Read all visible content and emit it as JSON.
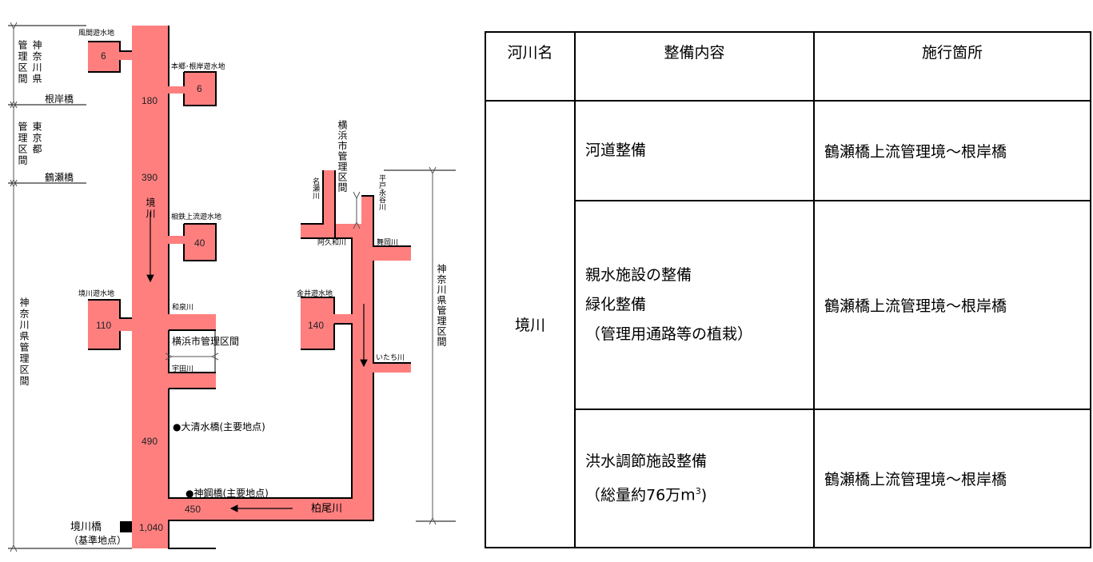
{
  "colors": {
    "river": "#FF7F7F",
    "line": "#000000"
  },
  "diagram": {
    "left_sections": [
      {
        "label": "神奈川県管理区間",
        "lines": [
          "神奈川県",
          "管理区間"
        ]
      },
      {
        "label": "東京都管理区間",
        "lines": [
          "東京都",
          "管理区間"
        ]
      },
      {
        "label": "神奈川県管理区間",
        "lines": [
          "神奈川県管理区間"
        ]
      }
    ],
    "bridges": {
      "negishi": "根岸橋",
      "tsuruse": "鶴瀬橋",
      "sakaigawa": "境川橋",
      "sakaigawa_note": "（基準地点）"
    },
    "basins": [
      {
        "name": "風間遊水地",
        "value": "6"
      },
      {
        "name": "本郷･根岸遊水地",
        "value": "6"
      },
      {
        "name": "相鉄上流遊水地",
        "value": "40"
      },
      {
        "name": "境川遊水地",
        "value": "110"
      },
      {
        "name": "金井遊水地",
        "value": "140"
      }
    ],
    "flows": {
      "f180": "180",
      "f390": "390",
      "f490": "490",
      "f1040": "1,040",
      "f450": "450"
    },
    "rivers": {
      "sakai": "境川",
      "izumi": "和泉川",
      "uda": "宇田川",
      "kashio": "柏尾川",
      "nase": "名瀬川",
      "akuwa": "阿久和川",
      "hirado": "平戸永谷川",
      "maioka": "舞岡川",
      "itachi": "いたち川"
    },
    "yokohama_section": "横浜市管理区間",
    "yokohama_section_v": "横浜市管理区間",
    "right_section": "神奈川県管理区間",
    "points": [
      "●大清水橋(主要地点)",
      "●神鋼橋(主要地点)"
    ]
  },
  "table": {
    "headers": [
      "河川名",
      "整備内容",
      "施行箇所"
    ],
    "river": "境川",
    "rows": [
      {
        "content": [
          "河道整備"
        ],
        "location": "鶴瀬橋上流管理境～根岸橋"
      },
      {
        "content": [
          "親水施設の整備",
          "緑化整備",
          "（管理用通路等の植栽）"
        ],
        "location": "鶴瀬橋上流管理境～根岸橋"
      },
      {
        "content": [
          "洪水調節施設整備",
          "（総量約76万m",
          "3",
          ")"
        ],
        "location": "鶴瀬橋上流管理境～根岸橋"
      }
    ]
  }
}
